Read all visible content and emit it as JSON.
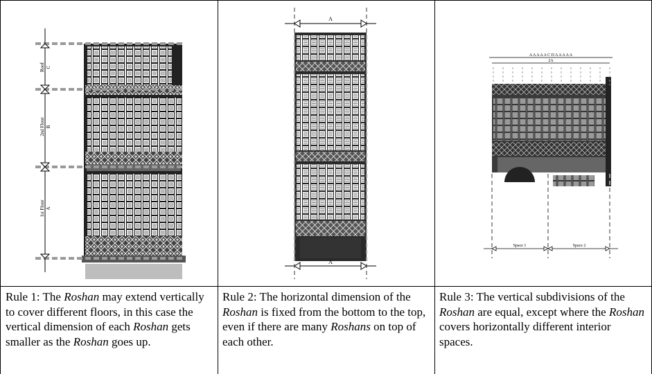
{
  "rules": [
    {
      "id": "rule-1",
      "text_parts": [
        {
          "t": "Rule 1: The ",
          "i": false
        },
        {
          "t": "Roshan",
          "i": true
        },
        {
          "t": " may extend vertically to cover different floors, in this case the vertical dimension of each ",
          "i": false
        },
        {
          "t": "Roshan",
          "i": true
        },
        {
          "t": " gets smaller as the ",
          "i": false
        },
        {
          "t": "Roshan",
          "i": true
        },
        {
          "t": " goes up.",
          "i": false
        }
      ],
      "labels": {
        "roof": "Roof",
        "roof_dim": "C",
        "floor2": "2nd Floor",
        "floor2_dim": "B",
        "floor1": "1st Floor",
        "floor1_dim": "A"
      }
    },
    {
      "id": "rule-2",
      "text_parts": [
        {
          "t": "Rule 2: The horizontal dimension of the ",
          "i": false
        },
        {
          "t": "Roshan",
          "i": true
        },
        {
          "t": " is fixed from the bottom to the top, even if there are many ",
          "i": false
        },
        {
          "t": "Roshans",
          "i": true
        },
        {
          "t": " on top of each other.",
          "i": false
        }
      ],
      "labels": {
        "top_dim": "A",
        "bottom_dim": "A"
      }
    },
    {
      "id": "rule-3",
      "text_parts": [
        {
          "t": "Rule 3: The vertical subdivisions of the ",
          "i": false
        },
        {
          "t": "Roshan",
          "i": true
        },
        {
          "t": " are equal, except where the ",
          "i": false
        },
        {
          "t": "Roshan",
          "i": true
        },
        {
          "t": " covers horizontally different interior spaces.",
          "i": false
        }
      ],
      "labels": {
        "subdivisions": "A  A  A  A  A  C  D  A  A  A  A  A",
        "total": "2A",
        "space1": "Space 1",
        "space2": "Space 2"
      }
    }
  ]
}
